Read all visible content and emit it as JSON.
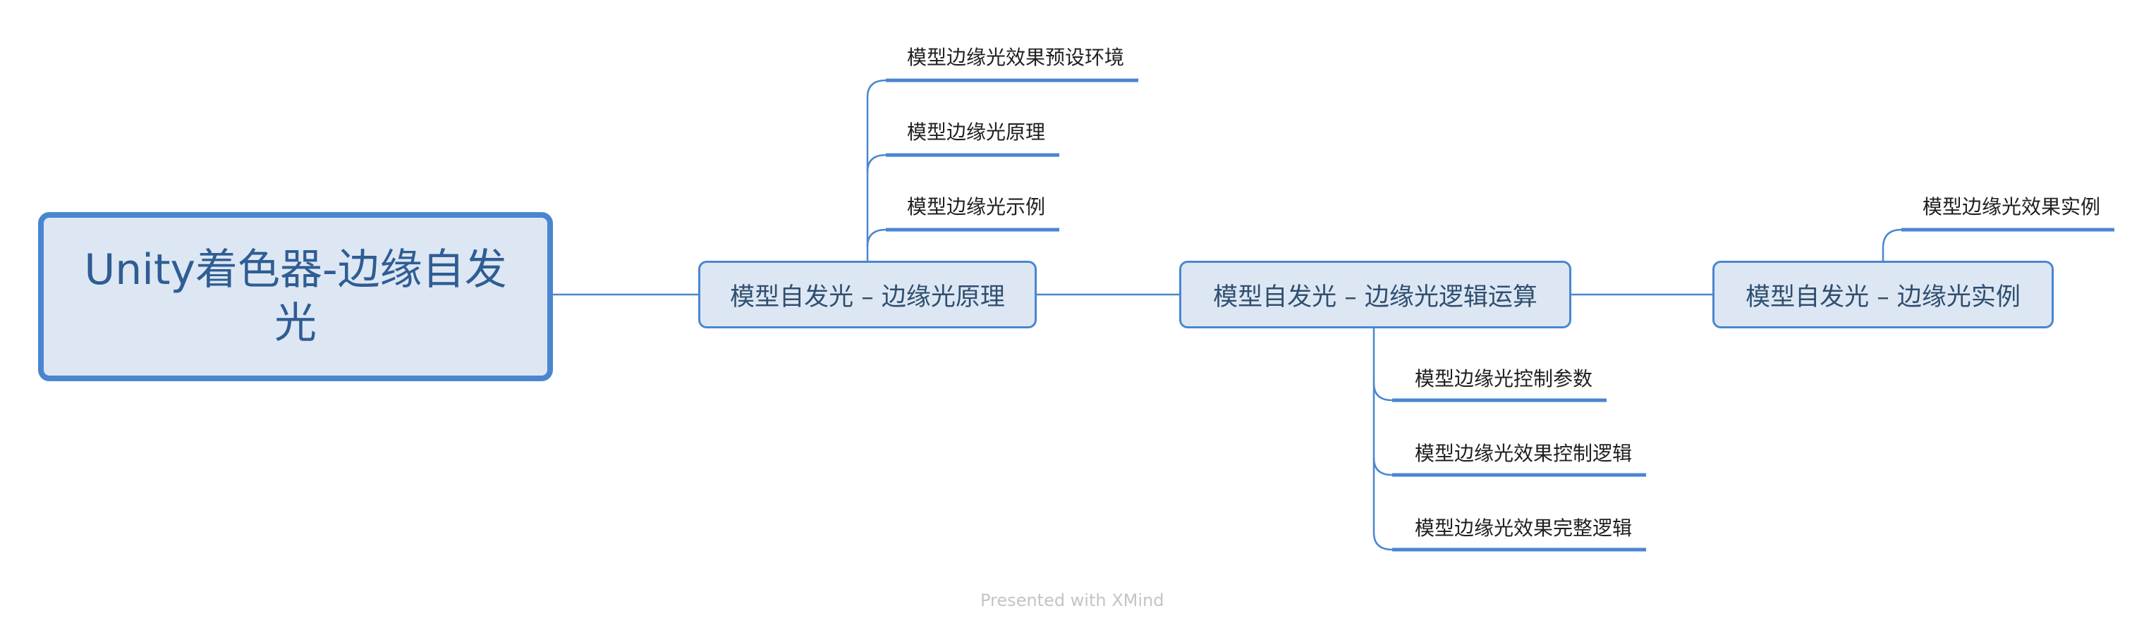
{
  "central_topic": {
    "label": "Unity着色器-边缘自发光"
  },
  "main_topics": [
    {
      "label": "模型自发光 – 边缘光原理"
    },
    {
      "label": "模型自发光 – 边缘光逻辑运算"
    },
    {
      "label": "模型自发光 – 边缘光实例"
    }
  ],
  "subtopics": {
    "principle": [
      "模型边缘光效果预设环境",
      "模型边缘光原理",
      "模型边缘光示例"
    ],
    "logic": [
      "模型边缘光控制参数",
      "模型边缘光效果控制逻辑",
      "模型边缘光效果完整逻辑"
    ],
    "example": [
      "模型边缘光效果实例"
    ]
  },
  "watermark": "Presented with XMind",
  "colors": {
    "line": "#4a86d0",
    "topic_fill": "#dde7f3",
    "central_text": "#2f5d94"
  }
}
